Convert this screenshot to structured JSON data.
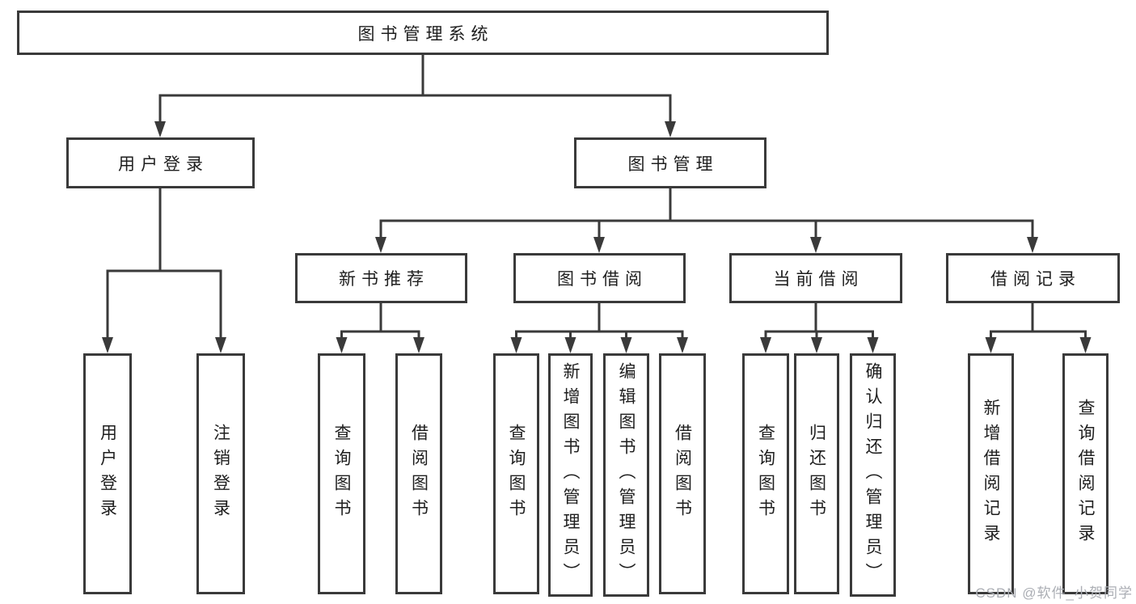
{
  "nodes": {
    "root": "图书管理系统",
    "user_login": "用户登录",
    "book_mgmt": "图书管理",
    "new_book_rec": "新书推荐",
    "book_borrow": "图书借阅",
    "current_borrow": "当前借阅",
    "borrow_records": "借阅记录",
    "leaf_user_login": "用户登录",
    "leaf_logout": "注销登录",
    "leaf_query_books_rec": "查询图书",
    "leaf_borrow_books_rec": "借阅图书",
    "leaf_query_books_borrow": "查询图书",
    "leaf_add_books_admin": "新增图书（管理员）",
    "leaf_edit_books_admin": "编辑图书（管理员）",
    "leaf_borrow_books_borrow": "借阅图书",
    "leaf_query_books_current": "查询图书",
    "leaf_return_books": "归还图书",
    "leaf_confirm_return_admin": "确认归还（管理员）",
    "leaf_add_borrow_record": "新增借阅记录",
    "leaf_query_borrow_record": "查询借阅记录"
  },
  "hierarchy": {
    "图书管理系统": [
      "用户登录",
      "图书管理"
    ],
    "用户登录": [
      "用户登录",
      "注销登录"
    ],
    "图书管理": [
      "新书推荐",
      "图书借阅",
      "当前借阅",
      "借阅记录"
    ],
    "新书推荐": [
      "查询图书",
      "借阅图书"
    ],
    "图书借阅": [
      "查询图书",
      "新增图书（管理员）",
      "编辑图书（管理员）",
      "借阅图书"
    ],
    "当前借阅": [
      "查询图书",
      "归还图书",
      "确认归还（管理员）"
    ],
    "借阅记录": [
      "新增借阅记录",
      "查询借阅记录"
    ]
  },
  "watermark": "CSDN @软件_小贺同学",
  "colors": {
    "line": "#3a3a3a",
    "text": "#1e1e1e",
    "watermark": "#abaeb4",
    "background": "#ffffff"
  }
}
